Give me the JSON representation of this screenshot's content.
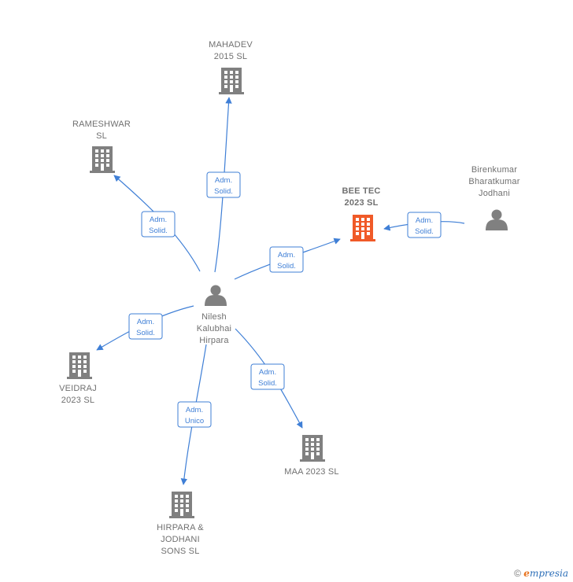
{
  "colors": {
    "edge": "#3f7fd6",
    "building": "#808080",
    "building_highlight": "#f05a28",
    "person": "#808080"
  },
  "nodes": [
    {
      "id": "nilesh",
      "kind": "person",
      "lines": [
        "Nilesh",
        "Kalubhai",
        "Hirpara"
      ],
      "highlight": false
    },
    {
      "id": "mahadev",
      "kind": "company",
      "lines": [
        "MAHADEV",
        "2015  SL"
      ],
      "highlight": false
    },
    {
      "id": "rameshwar",
      "kind": "company",
      "lines": [
        "RAMESHWAR",
        "SL"
      ],
      "highlight": false
    },
    {
      "id": "beetec",
      "kind": "company",
      "lines": [
        "BEE TEC",
        "2023  SL"
      ],
      "highlight": true
    },
    {
      "id": "birenkumar",
      "kind": "person",
      "lines": [
        "Birenkumar",
        "Bharatkumar",
        "Jodhani"
      ],
      "highlight": false
    },
    {
      "id": "veidraj",
      "kind": "company",
      "lines": [
        "VEIDRAJ",
        "2023  SL"
      ],
      "highlight": false
    },
    {
      "id": "maa",
      "kind": "company",
      "lines": [
        "MAA 2023  SL"
      ],
      "highlight": false
    },
    {
      "id": "hirpara",
      "kind": "company",
      "lines": [
        "HIRPARA &",
        "JODHANI",
        "SONS  SL"
      ],
      "highlight": false
    }
  ],
  "edges": [
    {
      "from": "nilesh",
      "to": "mahadev",
      "label": [
        "Adm.",
        "Solid."
      ]
    },
    {
      "from": "nilesh",
      "to": "rameshwar",
      "label": [
        "Adm.",
        "Solid."
      ]
    },
    {
      "from": "nilesh",
      "to": "beetec",
      "label": [
        "Adm.",
        "Solid."
      ]
    },
    {
      "from": "birenkumar",
      "to": "beetec",
      "label": [
        "Adm.",
        "Solid."
      ]
    },
    {
      "from": "nilesh",
      "to": "veidraj",
      "label": [
        "Adm.",
        "Solid."
      ]
    },
    {
      "from": "nilesh",
      "to": "maa",
      "label": [
        "Adm.",
        "Solid."
      ]
    },
    {
      "from": "nilesh",
      "to": "hirpara",
      "label": [
        "Adm.",
        "Unico"
      ]
    }
  ],
  "footer": {
    "copyright": "©",
    "brand_initial": "e",
    "brand_rest": "mpresia"
  }
}
